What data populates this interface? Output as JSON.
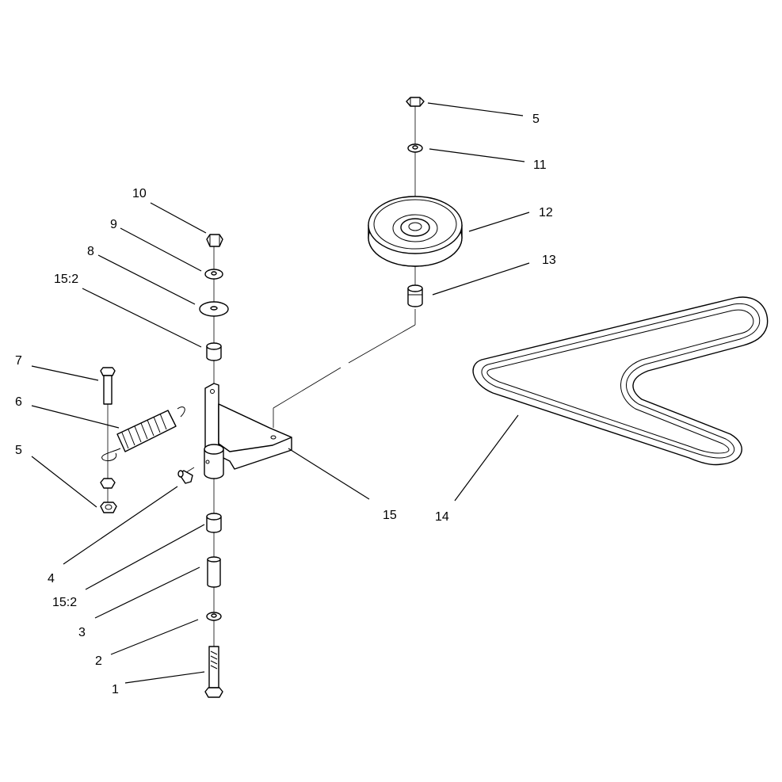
{
  "callouts": [
    {
      "id": "c-1",
      "text": "1"
    },
    {
      "id": "c-2",
      "text": "2"
    },
    {
      "id": "c-3",
      "text": "3"
    },
    {
      "id": "c-4",
      "text": "4"
    },
    {
      "id": "c-15-2-lower",
      "text": "15:2"
    },
    {
      "id": "c-5-left",
      "text": "5"
    },
    {
      "id": "c-6",
      "text": "6"
    },
    {
      "id": "c-7",
      "text": "7"
    },
    {
      "id": "c-15-2-upper",
      "text": "15:2"
    },
    {
      "id": "c-8",
      "text": "8"
    },
    {
      "id": "c-9",
      "text": "9"
    },
    {
      "id": "c-10",
      "text": "10"
    },
    {
      "id": "c-5-right",
      "text": "5"
    },
    {
      "id": "c-11",
      "text": "11"
    },
    {
      "id": "c-12",
      "text": "12"
    },
    {
      "id": "c-13",
      "text": "13"
    },
    {
      "id": "c-14",
      "text": "14"
    },
    {
      "id": "c-15",
      "text": "15"
    }
  ]
}
